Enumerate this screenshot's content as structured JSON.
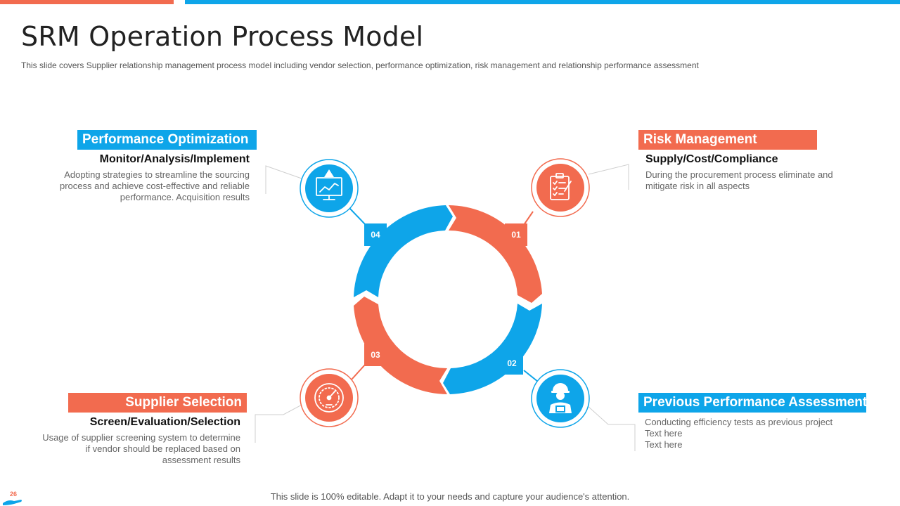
{
  "slide": {
    "title": "SRM Operation Process Model",
    "subtitle": "This slide covers Supplier relationship management process model including vendor selection, performance optimization, risk management and relationship performance assessment",
    "footer": "This slide is 100% editable. Adapt it to your needs and capture your audience's attention.",
    "page_number": "26"
  },
  "colors": {
    "blue": "#0ea5e9",
    "orange": "#f26b4f"
  },
  "steps": [
    {
      "number": "01",
      "title": "Risk Management",
      "subtitle": "Supply/Cost/Compliance",
      "lines": [
        "During the procurement process eliminate and",
        "mitigate risk in all aspects"
      ],
      "icon": "clipboard-checklist-icon",
      "color": "orange"
    },
    {
      "number": "02",
      "title": "Previous Performance Assessment",
      "subtitle": "",
      "lines": [
        "Conducting efficiency tests as previous  project",
        "Text here",
        "Text here"
      ],
      "icon": "worker-icon",
      "color": "blue"
    },
    {
      "number": "03",
      "title": "Supplier Selection",
      "subtitle": "Screen/Evaluation/Selection",
      "lines": [
        "Usage of supplier screening system to determine",
        "if vendor should be replaced based on",
        "assessment results"
      ],
      "icon": "gauge-icon",
      "color": "orange"
    },
    {
      "number": "04",
      "title": "Performance Optimization",
      "subtitle": "Monitor/Analysis/Implement",
      "lines": [
        "Adopting strategies to streamline the sourcing",
        "process and achieve cost-effective  and reliable",
        "performance.  Acquisition results"
      ],
      "icon": "monitor-chart-icon",
      "color": "blue"
    }
  ]
}
